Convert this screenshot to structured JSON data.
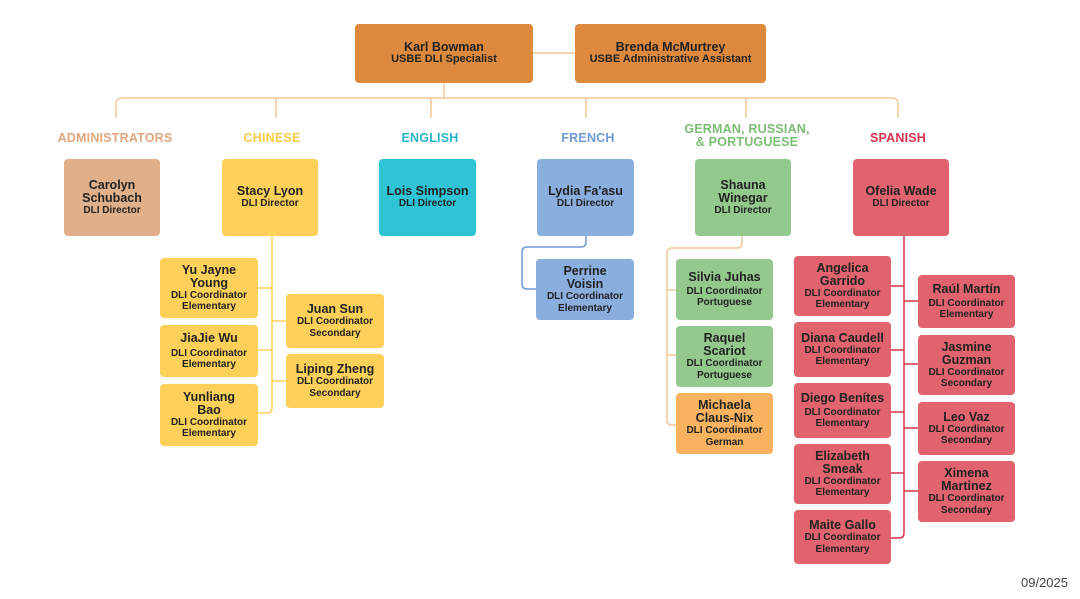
{
  "leaders": [
    {
      "name": "Karl Bowman",
      "role": "USBE DLI Specialist"
    },
    {
      "name": "Brenda McMurtrey",
      "role": "USBE Administrative Assistant"
    }
  ],
  "headers": {
    "administrators": "ADMINISTRATORS",
    "chinese": "CHINESE",
    "english": "ENGLISH",
    "french": "FRENCH",
    "german_line1": "GERMAN, RUSSIAN,",
    "german_line2": "& PORTUGUESE",
    "spanish": "SPANISH"
  },
  "directors": {
    "administrators": {
      "name_line1": "Carolyn",
      "name_line2": "Schubach",
      "role": "DLI Director"
    },
    "chinese": {
      "name": "Stacy Lyon",
      "role": "DLI Director"
    },
    "english": {
      "name": "Lois Simpson",
      "role": "DLI Director"
    },
    "french": {
      "name": "Lydia Fa'asu",
      "role": "DLI Director"
    },
    "german": {
      "name_line1": "Shauna",
      "name_line2": "Winegar",
      "role": "DLI Director"
    },
    "spanish": {
      "name": "Ofelia Wade",
      "role": "DLI Director"
    }
  },
  "coordinator_role": "DLI Coordinator",
  "coordinators": {
    "chinese_left": [
      {
        "name_line1": "Yu Jayne",
        "name_line2": "Young",
        "level": "Elementary"
      },
      {
        "name_line1": "JiaJie Wu",
        "name_line2": "",
        "level": "Elementary"
      },
      {
        "name_line1": "Yunliang",
        "name_line2": "Bao",
        "level": "Elementary"
      }
    ],
    "chinese_right": [
      {
        "name_line1": "Juan Sun",
        "name_line2": "",
        "level": "Secondary"
      },
      {
        "name_line1": "Liping Zheng",
        "name_line2": "",
        "level": "Secondary"
      }
    ],
    "french": [
      {
        "name_line1": "Perrine",
        "name_line2": "Voisin",
        "level": "Elementary"
      }
    ],
    "german": [
      {
        "name_line1": "Silvia Juhas",
        "name_line2": "",
        "level": "Portuguese"
      },
      {
        "name_line1": "Raquel",
        "name_line2": "Scariot",
        "level": "Portuguese"
      },
      {
        "name_line1": "Michaela",
        "name_line2": "Claus-Nix",
        "level": "German"
      }
    ],
    "spanish_left": [
      {
        "name_line1": "Angelica",
        "name_line2": "Garrido",
        "level": "Elementary"
      },
      {
        "name_line1": "Diana Caudell",
        "name_line2": "",
        "level": "Elementary"
      },
      {
        "name_line1": "Diego Benítes",
        "name_line2": "",
        "level": "Elementary"
      },
      {
        "name_line1": "Elizabeth",
        "name_line2": "Smeak",
        "level": "Elementary"
      },
      {
        "name_line1": "Maite Gallo",
        "name_line2": "",
        "level": "Elementary"
      }
    ],
    "spanish_right": [
      {
        "name_line1": "Raúl Martín",
        "name_line2": "",
        "level": "Elementary"
      },
      {
        "name_line1": "Jasmine",
        "name_line2": "Guzman",
        "level": "Secondary"
      },
      {
        "name_line1": "Leo Vaz",
        "name_line2": "",
        "level": "Secondary"
      },
      {
        "name_line1": "Ximena",
        "name_line2": "Martinez",
        "level": "Secondary"
      }
    ]
  },
  "colors": {
    "leader": "#dd8a3e",
    "administrators": "#e0b08a",
    "administrators_header": "#e0a77c",
    "chinese": "#fdd05a",
    "chinese_header": "#f9c94a",
    "english": "#2ec4d6",
    "english_header": "#29b4c8",
    "french": "#8aaede",
    "french_header": "#6f9bd4",
    "german": "#94c98e",
    "german_header": "#7cbd74",
    "german_orange": "#f9b25f",
    "spanish": "#e0636d",
    "spanish_header": "#d9334e",
    "connector": "#f2c79c"
  },
  "footer_date": "09/2025"
}
